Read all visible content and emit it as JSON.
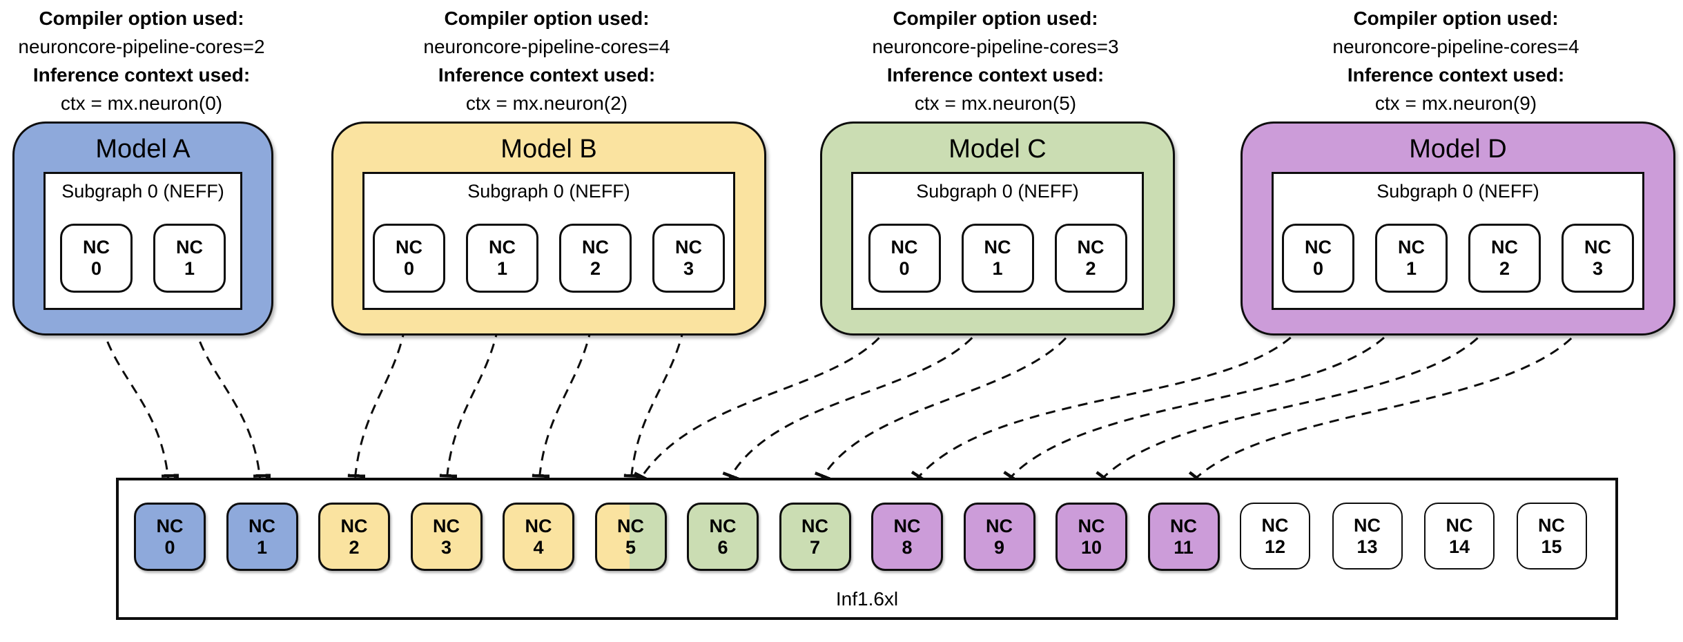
{
  "models": [
    {
      "id": "A",
      "title": "Model A",
      "color": "#8EA9DB",
      "annotation": {
        "compiler_label": "Compiler option used:",
        "compiler_value": "neuroncore-pipeline-cores=2",
        "context_label": "Inference context used:",
        "context_value": "ctx = mx.neuron(0)"
      },
      "subgraph_label": "Subgraph 0 (NEFF)",
      "cores": [
        {
          "name": "NC",
          "num": "0"
        },
        {
          "name": "NC",
          "num": "1"
        }
      ]
    },
    {
      "id": "B",
      "title": "Model B",
      "color": "#FAE3A0",
      "annotation": {
        "compiler_label": "Compiler option used:",
        "compiler_value": "neuroncore-pipeline-cores=4",
        "context_label": "Inference context used:",
        "context_value": "ctx = mx.neuron(2)"
      },
      "subgraph_label": "Subgraph 0 (NEFF)",
      "cores": [
        {
          "name": "NC",
          "num": "0"
        },
        {
          "name": "NC",
          "num": "1"
        },
        {
          "name": "NC",
          "num": "2"
        },
        {
          "name": "NC",
          "num": "3"
        }
      ]
    },
    {
      "id": "C",
      "title": "Model C",
      "color": "#CBDDB3",
      "annotation": {
        "compiler_label": "Compiler option used:",
        "compiler_value": "neuroncore-pipeline-cores=3",
        "context_label": "Inference context used:",
        "context_value": "ctx = mx.neuron(5)"
      },
      "subgraph_label": "Subgraph 0 (NEFF)",
      "cores": [
        {
          "name": "NC",
          "num": "0"
        },
        {
          "name": "NC",
          "num": "1"
        },
        {
          "name": "NC",
          "num": "2"
        }
      ]
    },
    {
      "id": "D",
      "title": "Model D",
      "color": "#CC9CD9",
      "annotation": {
        "compiler_label": "Compiler option used:",
        "compiler_value": "neuroncore-pipeline-cores=4",
        "context_label": "Inference context used:",
        "context_value": "ctx = mx.neuron(9)"
      },
      "subgraph_label": "Subgraph 0 (NEFF)",
      "cores": [
        {
          "name": "NC",
          "num": "0"
        },
        {
          "name": "NC",
          "num": "1"
        },
        {
          "name": "NC",
          "num": "2"
        },
        {
          "name": "NC",
          "num": "3"
        }
      ]
    }
  ],
  "instance": {
    "label": "Inf1.6xl",
    "cores": [
      {
        "name": "NC",
        "num": "0",
        "color": "blue"
      },
      {
        "name": "NC",
        "num": "1",
        "color": "blue"
      },
      {
        "name": "NC",
        "num": "2",
        "color": "yellow"
      },
      {
        "name": "NC",
        "num": "3",
        "color": "yellow"
      },
      {
        "name": "NC",
        "num": "4",
        "color": "yellow"
      },
      {
        "name": "NC",
        "num": "5",
        "color": "yellow-green-split"
      },
      {
        "name": "NC",
        "num": "6",
        "color": "green"
      },
      {
        "name": "NC",
        "num": "7",
        "color": "green"
      },
      {
        "name": "NC",
        "num": "8",
        "color": "purple"
      },
      {
        "name": "NC",
        "num": "9",
        "color": "purple"
      },
      {
        "name": "NC",
        "num": "10",
        "color": "purple"
      },
      {
        "name": "NC",
        "num": "11",
        "color": "purple"
      },
      {
        "name": "NC",
        "num": "12",
        "color": "white"
      },
      {
        "name": "NC",
        "num": "13",
        "color": "white"
      },
      {
        "name": "NC",
        "num": "14",
        "color": "white"
      },
      {
        "name": "NC",
        "num": "15",
        "color": "white"
      }
    ]
  },
  "mappings": [
    {
      "model": "A",
      "model_core": 0,
      "instance_core": 0
    },
    {
      "model": "A",
      "model_core": 1,
      "instance_core": 1
    },
    {
      "model": "B",
      "model_core": 0,
      "instance_core": 2
    },
    {
      "model": "B",
      "model_core": 1,
      "instance_core": 3
    },
    {
      "model": "B",
      "model_core": 2,
      "instance_core": 4
    },
    {
      "model": "B",
      "model_core": 3,
      "instance_core": 5
    },
    {
      "model": "C",
      "model_core": 0,
      "instance_core": 5
    },
    {
      "model": "C",
      "model_core": 1,
      "instance_core": 6
    },
    {
      "model": "C",
      "model_core": 2,
      "instance_core": 7
    },
    {
      "model": "D",
      "model_core": 0,
      "instance_core": 8
    },
    {
      "model": "D",
      "model_core": 1,
      "instance_core": 9
    },
    {
      "model": "D",
      "model_core": 2,
      "instance_core": 10
    },
    {
      "model": "D",
      "model_core": 3,
      "instance_core": 11
    }
  ],
  "colors": {
    "model_a_blue": "#8EA9DB",
    "model_b_yellow": "#FAE3A0",
    "model_c_green": "#CBDDB3",
    "model_d_purple": "#CC9CD9",
    "outline_black": "#0d0d0d",
    "background_white": "#ffffff"
  }
}
